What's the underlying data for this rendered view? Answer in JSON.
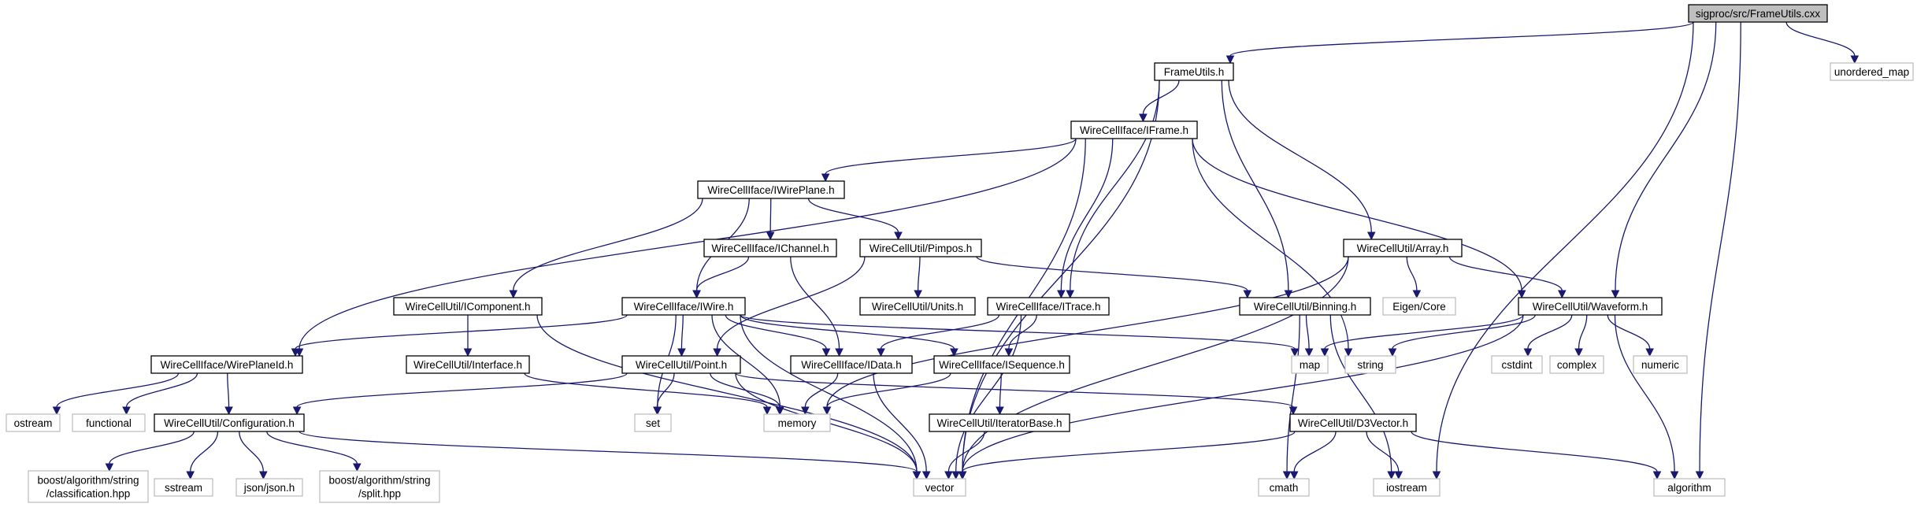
{
  "colors": {
    "edge": "#191970",
    "root_fill": "#bfbfbf",
    "doc_border": "#000000",
    "external_border": "#bfbfbf"
  },
  "nodes": {
    "root": {
      "lines": [
        "sigproc/src/FrameUtils.cxx"
      ],
      "kind": "root"
    },
    "frameutils_h": {
      "lines": [
        "FrameUtils.h"
      ],
      "kind": "doc"
    },
    "unordered_map": {
      "lines": [
        "unordered_map"
      ],
      "kind": "ext"
    },
    "iframe": {
      "lines": [
        "WireCellIface/IFrame.h"
      ],
      "kind": "doc"
    },
    "iwireplane": {
      "lines": [
        "WireCellIface/IWirePlane.h"
      ],
      "kind": "doc"
    },
    "ichannel": {
      "lines": [
        "WireCellIface/IChannel.h"
      ],
      "kind": "doc"
    },
    "pimpos": {
      "lines": [
        "WireCellUtil/Pimpos.h"
      ],
      "kind": "doc"
    },
    "array": {
      "lines": [
        "WireCellUtil/Array.h"
      ],
      "kind": "doc"
    },
    "icomponent": {
      "lines": [
        "WireCellUtil/IComponent.h"
      ],
      "kind": "doc"
    },
    "iwire": {
      "lines": [
        "WireCellIface/IWire.h"
      ],
      "kind": "doc"
    },
    "units": {
      "lines": [
        "WireCellUtil/Units.h"
      ],
      "kind": "doc"
    },
    "itrace": {
      "lines": [
        "WireCellIface/ITrace.h"
      ],
      "kind": "doc"
    },
    "binning": {
      "lines": [
        "WireCellUtil/Binning.h"
      ],
      "kind": "doc"
    },
    "eigen": {
      "lines": [
        "Eigen/Core"
      ],
      "kind": "ext"
    },
    "waveform": {
      "lines": [
        "WireCellUtil/Waveform.h"
      ],
      "kind": "doc"
    },
    "wireplaneid": {
      "lines": [
        "WireCellIface/WirePlaneId.h"
      ],
      "kind": "doc"
    },
    "interface": {
      "lines": [
        "WireCellUtil/Interface.h"
      ],
      "kind": "doc"
    },
    "point": {
      "lines": [
        "WireCellUtil/Point.h"
      ],
      "kind": "doc"
    },
    "idata": {
      "lines": [
        "WireCellIface/IData.h"
      ],
      "kind": "doc"
    },
    "isequence": {
      "lines": [
        "WireCellIface/ISequence.h"
      ],
      "kind": "doc"
    },
    "map": {
      "lines": [
        "map"
      ],
      "kind": "ext"
    },
    "string": {
      "lines": [
        "string"
      ],
      "kind": "ext"
    },
    "cstdint": {
      "lines": [
        "cstdint"
      ],
      "kind": "ext"
    },
    "complex": {
      "lines": [
        "complex"
      ],
      "kind": "ext"
    },
    "numeric": {
      "lines": [
        "numeric"
      ],
      "kind": "ext"
    },
    "ostream": {
      "lines": [
        "ostream"
      ],
      "kind": "ext"
    },
    "functional": {
      "lines": [
        "functional"
      ],
      "kind": "ext"
    },
    "configuration": {
      "lines": [
        "WireCellUtil/Configuration.h"
      ],
      "kind": "doc"
    },
    "set": {
      "lines": [
        "set"
      ],
      "kind": "ext"
    },
    "memory": {
      "lines": [
        "memory"
      ],
      "kind": "ext"
    },
    "iteratorbase": {
      "lines": [
        "WireCellUtil/IteratorBase.h"
      ],
      "kind": "doc"
    },
    "d3vector": {
      "lines": [
        "WireCellUtil/D3Vector.h"
      ],
      "kind": "doc"
    },
    "classification": {
      "lines": [
        "boost/algorithm/string",
        "/classification.hpp"
      ],
      "kind": "ext"
    },
    "sstream": {
      "lines": [
        "sstream"
      ],
      "kind": "ext"
    },
    "json": {
      "lines": [
        "json/json.h"
      ],
      "kind": "ext"
    },
    "split": {
      "lines": [
        "boost/algorithm/string",
        "/split.hpp"
      ],
      "kind": "ext"
    },
    "vector": {
      "lines": [
        "vector"
      ],
      "kind": "ext"
    },
    "cmath": {
      "lines": [
        "cmath"
      ],
      "kind": "ext"
    },
    "iostream": {
      "lines": [
        "iostream"
      ],
      "kind": "ext"
    },
    "algorithm": {
      "lines": [
        "algorithm"
      ],
      "kind": "ext"
    }
  },
  "edges": [
    [
      "root",
      "frameutils_h"
    ],
    [
      "root",
      "unordered_map"
    ],
    [
      "root",
      "waveform"
    ],
    [
      "root",
      "iostream"
    ],
    [
      "root",
      "algorithm"
    ],
    [
      "frameutils_h",
      "iframe"
    ],
    [
      "frameutils_h",
      "itrace"
    ],
    [
      "frameutils_h",
      "binning"
    ],
    [
      "frameutils_h",
      "array"
    ],
    [
      "frameutils_h",
      "vector"
    ],
    [
      "iframe",
      "iwireplane"
    ],
    [
      "iframe",
      "wireplaneid"
    ],
    [
      "iframe",
      "itrace"
    ],
    [
      "iframe",
      "waveform"
    ],
    [
      "iframe",
      "vector"
    ],
    [
      "iframe",
      "string"
    ],
    [
      "iwireplane",
      "icomponent"
    ],
    [
      "iwireplane",
      "iwire"
    ],
    [
      "iwireplane",
      "ichannel"
    ],
    [
      "iwireplane",
      "pimpos"
    ],
    [
      "ichannel",
      "iwire"
    ],
    [
      "ichannel",
      "idata"
    ],
    [
      "pimpos",
      "point"
    ],
    [
      "pimpos",
      "units"
    ],
    [
      "pimpos",
      "binning"
    ],
    [
      "array",
      "eigen"
    ],
    [
      "array",
      "waveform"
    ],
    [
      "array",
      "memory"
    ],
    [
      "array",
      "vector"
    ],
    [
      "icomponent",
      "interface"
    ],
    [
      "icomponent",
      "vector"
    ],
    [
      "iwire",
      "wireplaneid"
    ],
    [
      "iwire",
      "point"
    ],
    [
      "iwire",
      "idata"
    ],
    [
      "iwire",
      "isequence"
    ],
    [
      "iwire",
      "map"
    ],
    [
      "iwire",
      "set"
    ],
    [
      "iwire",
      "memory"
    ],
    [
      "iwire",
      "vector"
    ],
    [
      "itrace",
      "idata"
    ],
    [
      "itrace",
      "isequence"
    ],
    [
      "itrace",
      "vector"
    ],
    [
      "binning",
      "map"
    ],
    [
      "binning",
      "cmath"
    ],
    [
      "binning",
      "iostream"
    ],
    [
      "waveform",
      "map"
    ],
    [
      "waveform",
      "string"
    ],
    [
      "waveform",
      "cstdint"
    ],
    [
      "waveform",
      "complex"
    ],
    [
      "waveform",
      "numeric"
    ],
    [
      "waveform",
      "algorithm"
    ],
    [
      "waveform",
      "vector"
    ],
    [
      "wireplaneid",
      "ostream"
    ],
    [
      "wireplaneid",
      "functional"
    ],
    [
      "wireplaneid",
      "configuration"
    ],
    [
      "interface",
      "memory"
    ],
    [
      "point",
      "configuration"
    ],
    [
      "point",
      "d3vector"
    ],
    [
      "point",
      "set"
    ],
    [
      "point",
      "memory"
    ],
    [
      "point",
      "vector"
    ],
    [
      "idata",
      "memory"
    ],
    [
      "idata",
      "vector"
    ],
    [
      "isequence",
      "iteratorbase"
    ],
    [
      "isequence",
      "memory"
    ],
    [
      "configuration",
      "classification"
    ],
    [
      "configuration",
      "sstream"
    ],
    [
      "configuration",
      "json"
    ],
    [
      "configuration",
      "split"
    ],
    [
      "configuration",
      "vector"
    ],
    [
      "iteratorbase",
      "vector"
    ],
    [
      "d3vector",
      "cmath"
    ],
    [
      "d3vector",
      "iostream"
    ],
    [
      "d3vector",
      "algorithm"
    ],
    [
      "d3vector",
      "vector"
    ]
  ]
}
